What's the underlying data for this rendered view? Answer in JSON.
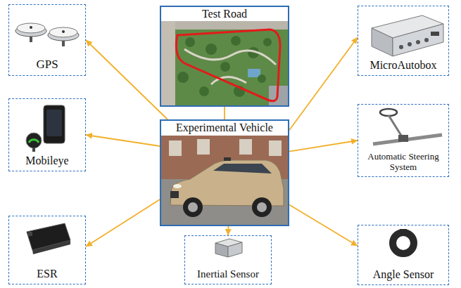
{
  "diagram": {
    "nodes": [
      {
        "text": [
          "GPS"
        ]
      },
      {
        "text": [
          "Test Road"
        ]
      },
      {
        "text": [
          "MicroAutobox"
        ]
      },
      {
        "text": [
          "Mobileye"
        ]
      },
      {
        "text": [
          "Experimental Vehicle"
        ]
      },
      {
        "text": [
          "Automatic Steering System"
        ]
      },
      {
        "text": [
          "ESR"
        ]
      },
      {
        "text": [
          "Inertial Sensor"
        ]
      },
      {
        "text": [
          "Angle Sensor"
        ]
      }
    ],
    "edges": [
      {
        "from": 1,
        "to": 4,
        "arrow": "none"
      },
      {
        "from": 4,
        "to": 0,
        "arrow": "to"
      },
      {
        "from": 4,
        "to": 2,
        "arrow": "to"
      },
      {
        "from": 4,
        "to": 3,
        "arrow": "to"
      },
      {
        "from": 4,
        "to": 5,
        "arrow": "to"
      },
      {
        "from": 4,
        "to": 6,
        "arrow": "to"
      },
      {
        "from": 4,
        "to": 7,
        "arrow": "to"
      },
      {
        "from": 4,
        "to": 8,
        "arrow": "to"
      }
    ]
  }
}
